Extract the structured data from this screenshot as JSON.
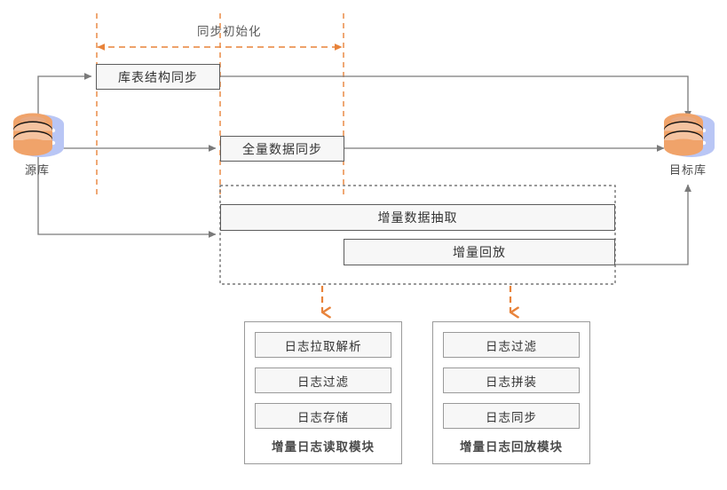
{
  "diagram": {
    "title_label": "同步初始化",
    "phase": {
      "name": "同步初始化",
      "color": "#e8833a"
    },
    "source_db": {
      "caption": "源库",
      "icon": "database-icon"
    },
    "target_db": {
      "caption": "目标库",
      "icon": "database-icon"
    },
    "stages": [
      {
        "id": "schema-sync",
        "label": "库表结构同步"
      },
      {
        "id": "full-data-sync",
        "label": "全量数据同步"
      },
      {
        "id": "incremental-extract",
        "label": "增量数据抽取"
      },
      {
        "id": "incremental-replay",
        "label": "增量回放"
      }
    ],
    "modules": [
      {
        "id": "log-read-module",
        "title": "增量日志读取模块",
        "items": [
          "日志拉取解析",
          "日志过滤",
          "日志存储"
        ]
      },
      {
        "id": "log-replay-module",
        "title": "增量日志回放模块",
        "items": [
          "日志过滤",
          "日志拼装",
          "日志同步"
        ]
      }
    ],
    "colors": {
      "accent": "#e8833a",
      "line": "#7a7a7a",
      "box_fill": "#f7f7f7",
      "box_border": "#5c5c5c",
      "module_border": "#9a9a9a",
      "db_back": "#b9c6f5",
      "db_front": "#f0a36a",
      "db_top": "#e8a981",
      "text": "#333333"
    }
  }
}
